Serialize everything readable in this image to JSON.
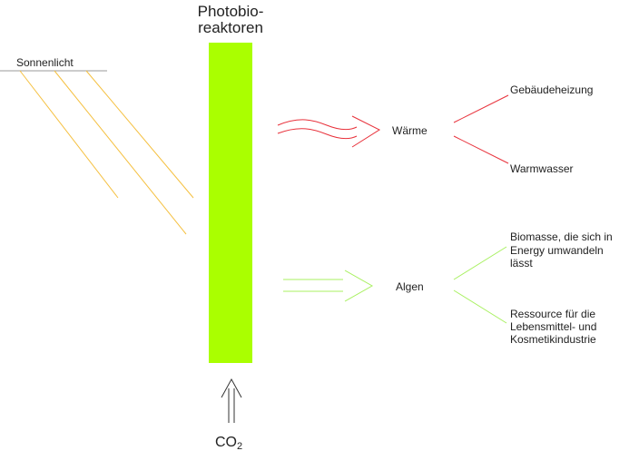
{
  "reactor": {
    "title_line1": "Photobio-",
    "title_line2": "reaktoren"
  },
  "sunlight": {
    "label": "Sonnenlicht"
  },
  "heat": {
    "label": "Wärme",
    "outputs": [
      "Gebäudeheizung",
      "Warmwasser"
    ]
  },
  "algae": {
    "label": "Algen",
    "output1": [
      "Biomasse, die sich in",
      "Energy umwandeln",
      "lässt"
    ],
    "output2": [
      "Ressource für die",
      "Lebensmittel- und",
      "Kosmetikindustrie"
    ]
  },
  "input": {
    "label_main": "CO",
    "label_sub": "2"
  },
  "colors": {
    "reactor": "#aaff00",
    "heat": "#e8303a",
    "algae": "#a8f060",
    "sun": "#f5c040",
    "line": "#999999"
  }
}
